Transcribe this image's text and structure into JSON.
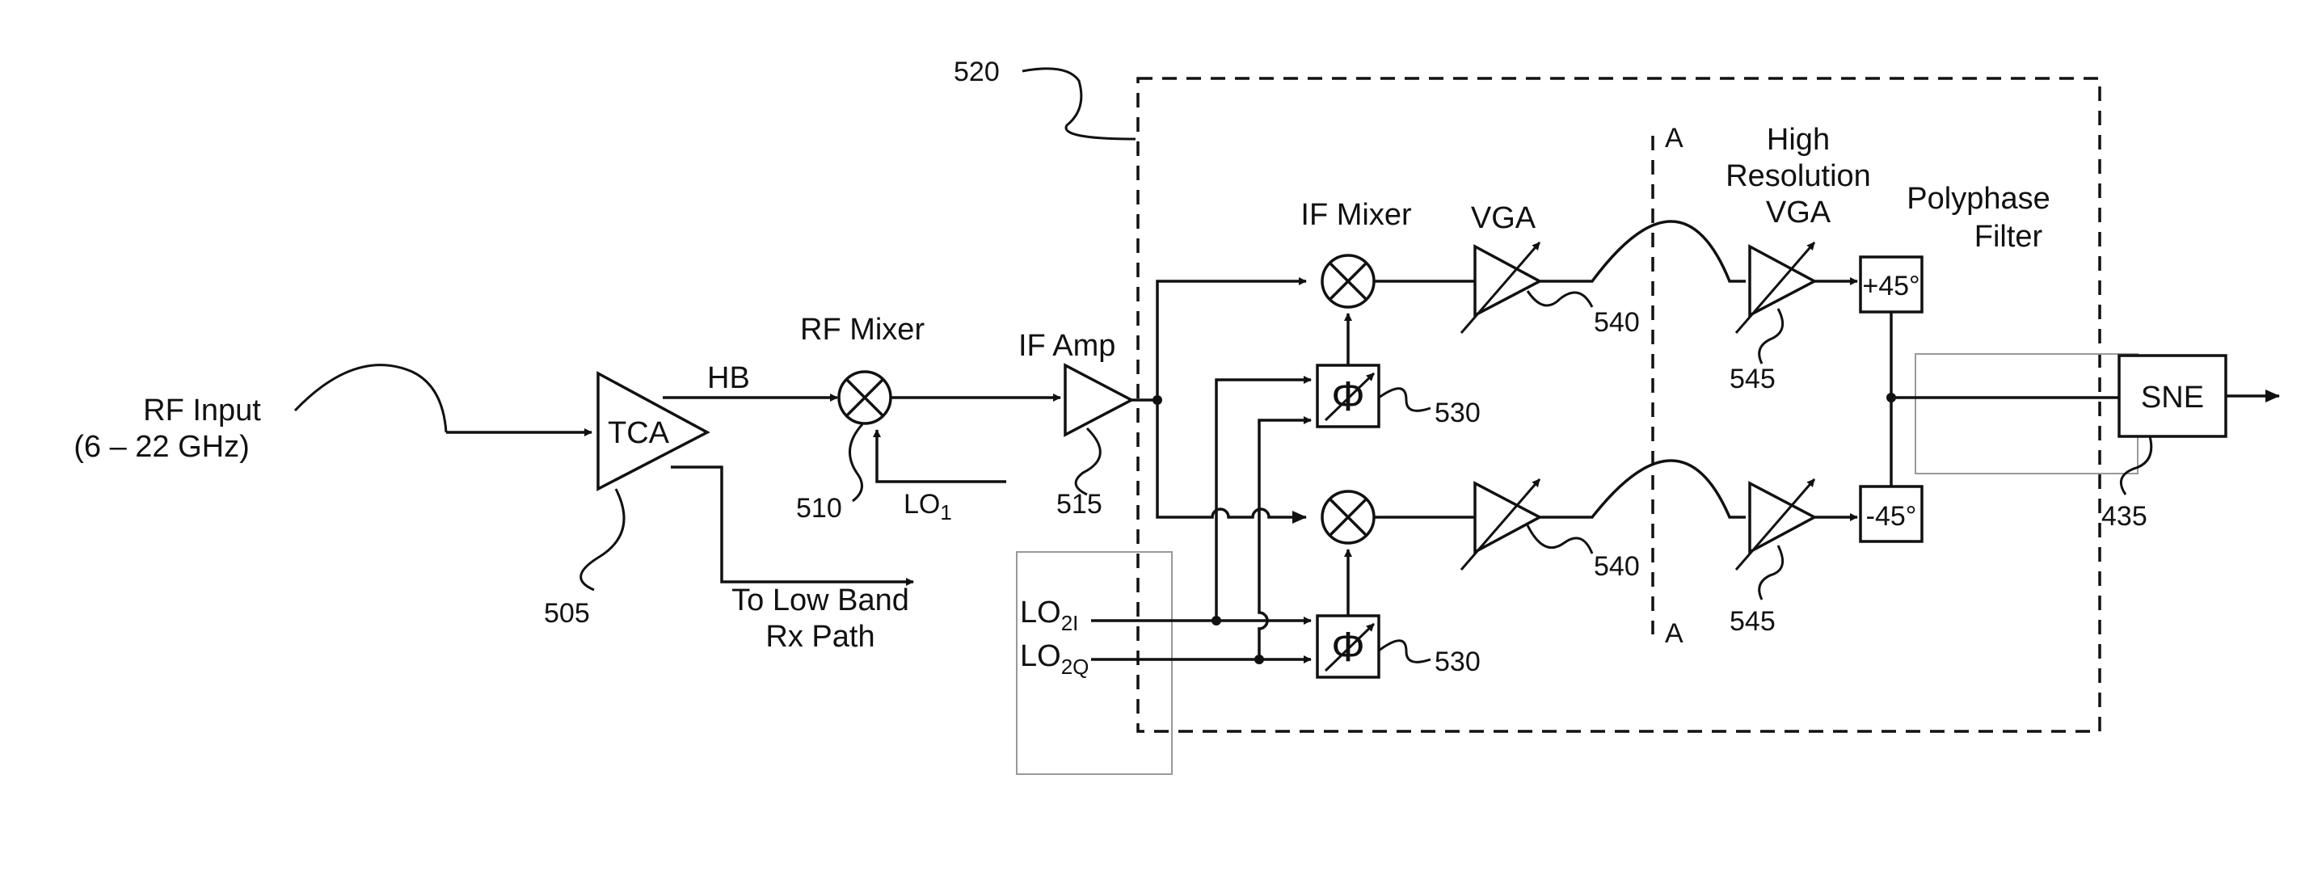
{
  "labels": {
    "rf_input_line1": "RF Input",
    "rf_input_line2": "(6 – 22 GHz)",
    "tca": "TCA",
    "hb": "HB",
    "rf_mixer": "RF Mixer",
    "lo1": "LO",
    "lo1_sub": "1",
    "if_amp": "IF Amp",
    "to_low_band_line1": "To Low Band",
    "to_low_band_line2": "Rx Path",
    "if_mixer": "IF Mixer",
    "vga": "VGA",
    "high_res_line1": "High",
    "high_res_line2": "Resolution",
    "high_res_line3": "VGA",
    "polyphase_line1": "Polyphase",
    "polyphase_line2": "Filter",
    "plus45": "+45°",
    "minus45": "-45°",
    "sne": "SNE",
    "lo2i": "LO",
    "lo2i_sub": "2I",
    "lo2q": "LO",
    "lo2q_sub": "2Q",
    "section_a_top": "A",
    "section_a_bottom": "A",
    "phi": "Φ"
  },
  "refs": {
    "r505": "505",
    "r510": "510",
    "r515": "515",
    "r520": "520",
    "r530_top": "530",
    "r530_bottom": "530",
    "r540_top": "540",
    "r540_bottom": "540",
    "r545_top": "545",
    "r545_bottom": "545",
    "r435": "435"
  }
}
